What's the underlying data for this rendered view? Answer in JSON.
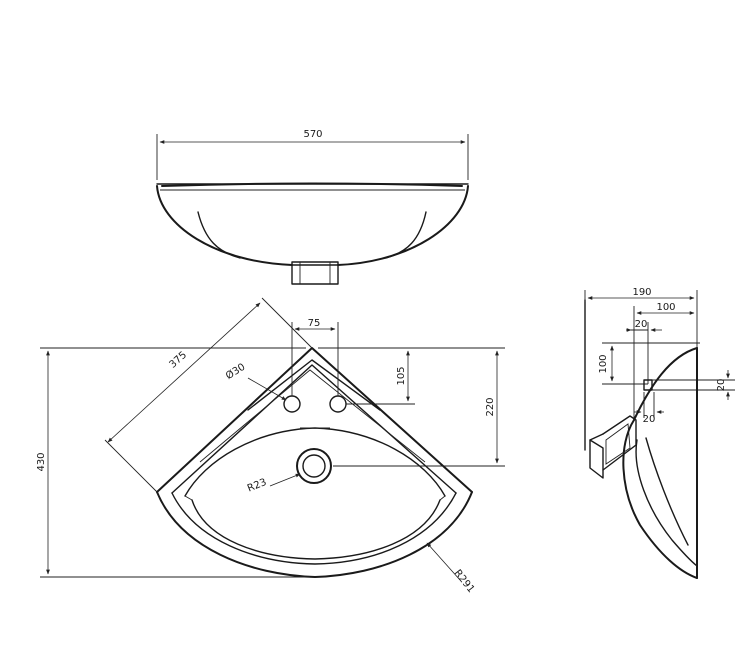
{
  "colors": {
    "line": "#1a1a1a",
    "background": "#ffffff"
  },
  "dimensions": {
    "top_width": "570",
    "diag_side": "375",
    "tap_spacing": "75",
    "tap_hole_dia": "Ø30",
    "tap_depth": "105",
    "drain_depth": "220",
    "total_depth": "430",
    "drain_radius": "R23",
    "front_radius": "R291",
    "side_overall": "190",
    "side_100_h": "100",
    "side_100_v": "100",
    "side_20_top": "20",
    "side_20_right": "20",
    "side_20_bottom": "20"
  }
}
